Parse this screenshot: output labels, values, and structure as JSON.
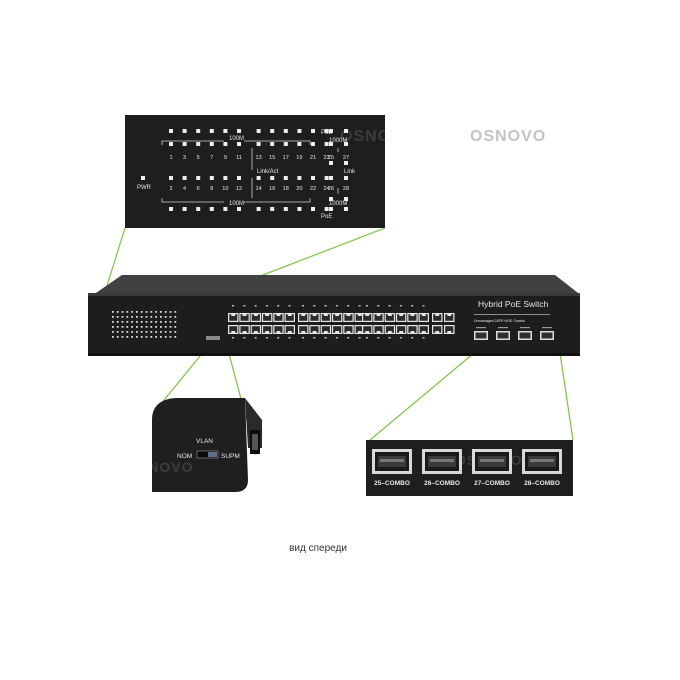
{
  "led_panel": {
    "pwr_label": "PWR",
    "poe_top": "PoE",
    "poe_bottom": "PoE",
    "label_100m_top": "100M",
    "label_100m_bottom": "100M",
    "label_1000m_top": "1000M",
    "label_1000m_bottom": "1000M",
    "link_act": "Link/Act",
    "link": "Link",
    "odd_ports": [
      "1",
      "3",
      "5",
      "7",
      "9",
      "11",
      "13",
      "15",
      "17",
      "19",
      "21",
      "23"
    ],
    "even_ports": [
      "2",
      "4",
      "6",
      "8",
      "10",
      "12",
      "14",
      "16",
      "18",
      "20",
      "22",
      "24"
    ],
    "uplink_top": [
      "25",
      "27"
    ],
    "uplink_bottom": [
      "26",
      "28"
    ]
  },
  "switch": {
    "model_label": "Hybrid PoE Switch",
    "sub_label": "Unmanaged 24FE+4GE Combo",
    "watermark": "OSNOVO"
  },
  "mode_switch": {
    "vlan": "VLAN",
    "nom": "NOM",
    "supm": "SUPM"
  },
  "sfp_ports": [
    "25–COMBO",
    "26–COMBO",
    "27–COMBO",
    "28–COMBO"
  ],
  "caption": "вид спереди",
  "colors": {
    "callout": "#7fc241",
    "panel": "#1c1c1c",
    "panel_text": "#e8e8e8"
  }
}
